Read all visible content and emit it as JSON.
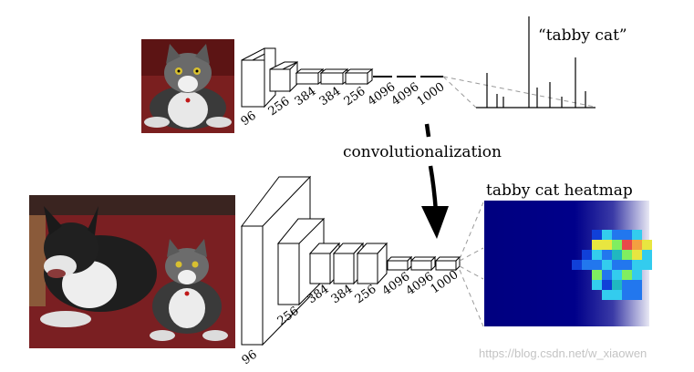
{
  "top": {
    "class_label": "“tabby cat”",
    "layer_labels": [
      "96",
      "256",
      "384",
      "384",
      "256",
      "4096",
      "4096",
      "1000"
    ]
  },
  "middle": {
    "operation_label": "convolutionalization"
  },
  "bottom": {
    "heatmap_title": "tabby cat heatmap",
    "layer_labels": [
      "96",
      "256",
      "384",
      "384",
      "256",
      "4096",
      "4096",
      "1000"
    ]
  },
  "watermark": "https://blog.csdn.net/w_xiaowen",
  "colors": {
    "heatmap_background": "#00007f",
    "ink": "#000000",
    "dashed": "#9a9a9a",
    "watermark": "#c4c4c4"
  },
  "histogram": {
    "bars": [
      0.38,
      0.15,
      0.12,
      1.0,
      0.22,
      0.28,
      0.12,
      0.55,
      0.18
    ]
  }
}
